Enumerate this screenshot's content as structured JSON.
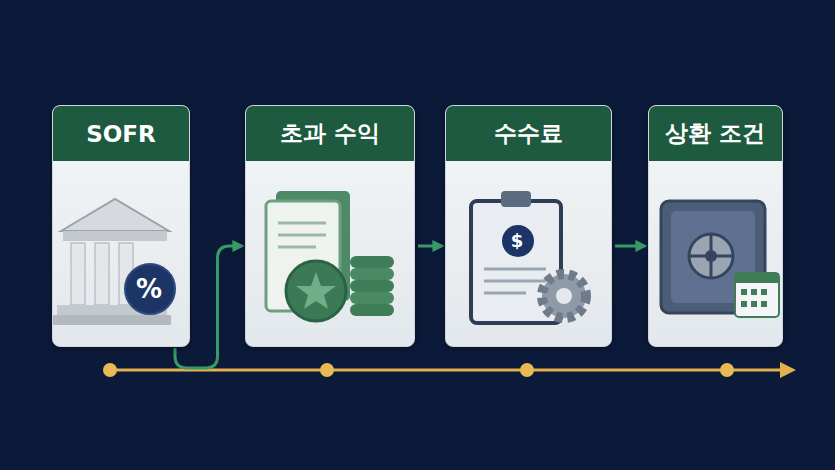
{
  "diagram": {
    "nodes": [
      {
        "text": [
          "SOFR"
        ]
      },
      {
        "text": [
          "초과 수익"
        ]
      },
      {
        "text": [
          "수수료"
        ]
      },
      {
        "text": [
          "상환 조건"
        ]
      }
    ],
    "edges": [
      {
        "from": 0,
        "to": 1,
        "arrow": "to"
      },
      {
        "from": 1,
        "to": 2,
        "arrow": "to"
      },
      {
        "from": 2,
        "to": 3,
        "arrow": "to"
      }
    ],
    "labels": [
      "%",
      "$"
    ]
  }
}
